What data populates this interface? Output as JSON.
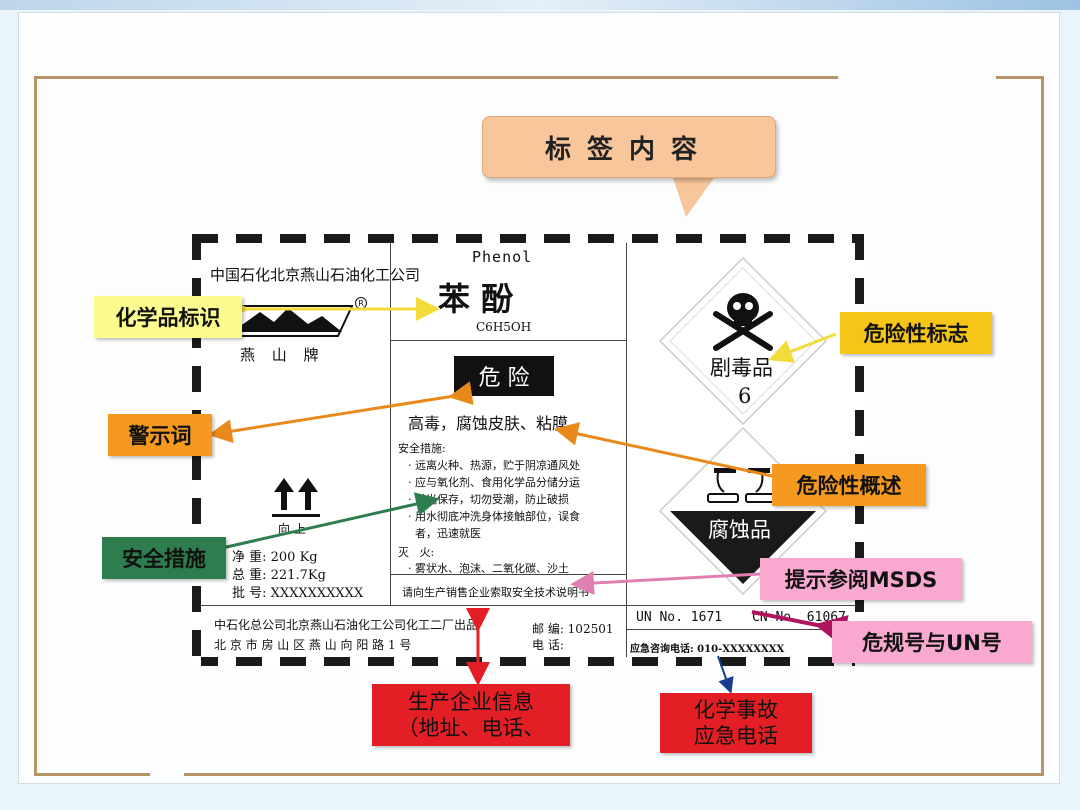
{
  "title": "标签内容",
  "label": {
    "company_name": "中国石化北京燕山石油化工公司",
    "brand": "燕 山 牌",
    "english_name": "Phenol",
    "chinese_name": "苯 酚",
    "formula": "C6H5OH",
    "signal_word": "危 险",
    "hazard_summary": "高毒，腐蚀皮肤、粘膜",
    "safety_title": "安全措施:",
    "safety_items": [
      "· 远离火种、热源，贮于阴凉通风处",
      "· 应与氧化剂、食用化学品分储分运",
      "· 避光保存，切勿受潮，防止破损",
      "· 用水彻底冲洗身体接触部位，误食",
      "  者，迅速就医"
    ],
    "fire_title": "灭   火:",
    "fire_item": "· 雾状水、泡沫、二氧化碳、沙土",
    "msds_note": "请向生产销售企业索取安全技术说明书",
    "up_label": "向 上",
    "net_weight": "净   重: 200 Kg",
    "gross_weight": "总   重: 221.7Kg",
    "batch": "批   号: XXXXXXXXXX",
    "producer_line1": "中石化总公司北京燕山石油化工公司化工二厂出品",
    "producer_line2": "北 京 市 房 山 区 燕 山 向 阳 路 1 号",
    "postcode": "邮  编: 102501",
    "phone": "电  话:",
    "un_no": "UN No.  1671",
    "cn_no": "CN No.  61067",
    "emergency": "应急咨询电话: 010-XXXXXXXX",
    "diamond1_text": "剧毒品",
    "diamond1_class": "6",
    "diamond2_text": "腐蚀品"
  },
  "callouts": {
    "chem_id": "化学品标识",
    "signal_word": "警示词",
    "safety": "安全措施",
    "hazard_sign": "危险性标志",
    "hazard_summary": "危险性概述",
    "msds": "提示参阅MSDS",
    "un_no": "危规号与UN号",
    "producer": "生产企业信息\n（地址、电话、",
    "emergency": "化学事故\n应急电话"
  },
  "colors": {
    "yellow": "#fbfb8e",
    "orange": "#f59a1e",
    "green": "#2e7d4f",
    "gold": "#f5c518",
    "pink": "#f9a8d0",
    "red": "#e31e24"
  },
  "icons": [
    "skull-crossbones-icon",
    "corrosion-icon",
    "up-arrows-icon",
    "brand-logo-icon"
  ]
}
